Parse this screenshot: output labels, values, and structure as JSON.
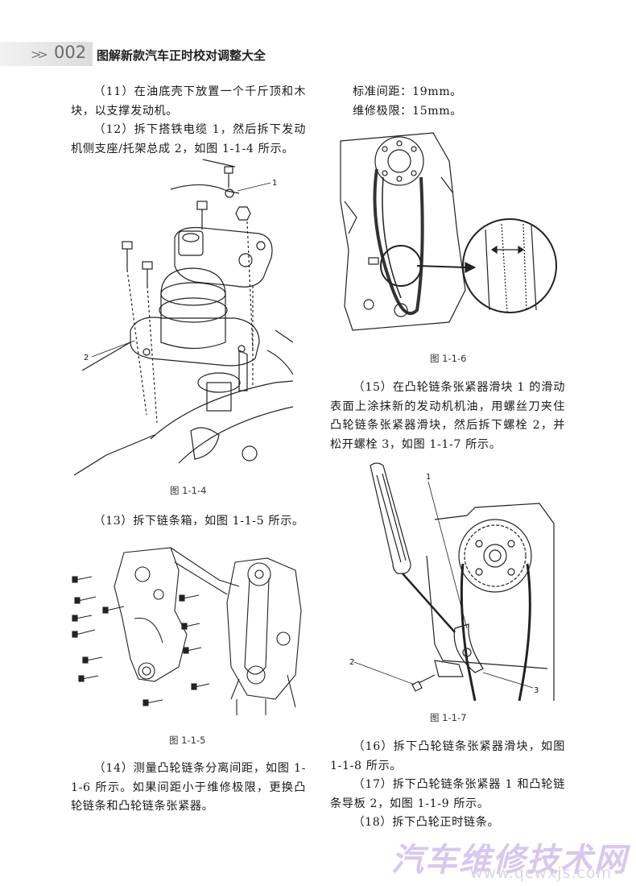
{
  "header": {
    "arrows": ">>",
    "page_number": "002",
    "book_title": "图解新款汽车正时校对调整大全"
  },
  "left": {
    "p11": "（11）在油底壳下放置一个千斤顶和木块，以支撑发动机。",
    "p12": "（12）拆下搭铁电缆 1，然后拆下发动机侧支座/托架总成 2，如图 1-1-4 所示。",
    "fig4_caption": "图 1-1-4",
    "fig4_label1": "1",
    "fig4_label2": "2",
    "p13": "（13）拆下链条箱，如图 1-1-5 所示。",
    "fig5_caption": "图 1-1-5",
    "p14": "（14）测量凸轮链条分离间距，如图 1-1-6 所示。如果间距小于维修极限，更换凸轮链条和凸轮链条张紧器。"
  },
  "right": {
    "standard": "标准间距：19mm。",
    "limit": "维修极限：15mm。",
    "fig6_caption": "图 1-1-6",
    "p15": "（15）在凸轮链条张紧器滑块 1 的滑动表面上涂抹新的发动机机油，用螺丝刀夹住凸轮链条张紧器滑块，然后拆下螺栓 2，并松开螺栓 3，如图 1-1-7 所示。",
    "fig7_caption": "图 1-1-7",
    "fig7_label1": "1",
    "fig7_label2": "2",
    "fig7_label3": "3",
    "p16": "（16）拆下凸轮链条张紧器滑块，如图 1-1-8 所示。",
    "p17": "（17）拆下凸轮链条张紧器 1 和凸轮链条导板 2，如图 1-1-9 所示。",
    "p18": "（18）拆下凸轮正时链条。"
  },
  "watermark": {
    "title": "汽车维修技术网",
    "url": "www.qcwxjs.com"
  },
  "icons": [
    "chevron-double-right-icon"
  ]
}
